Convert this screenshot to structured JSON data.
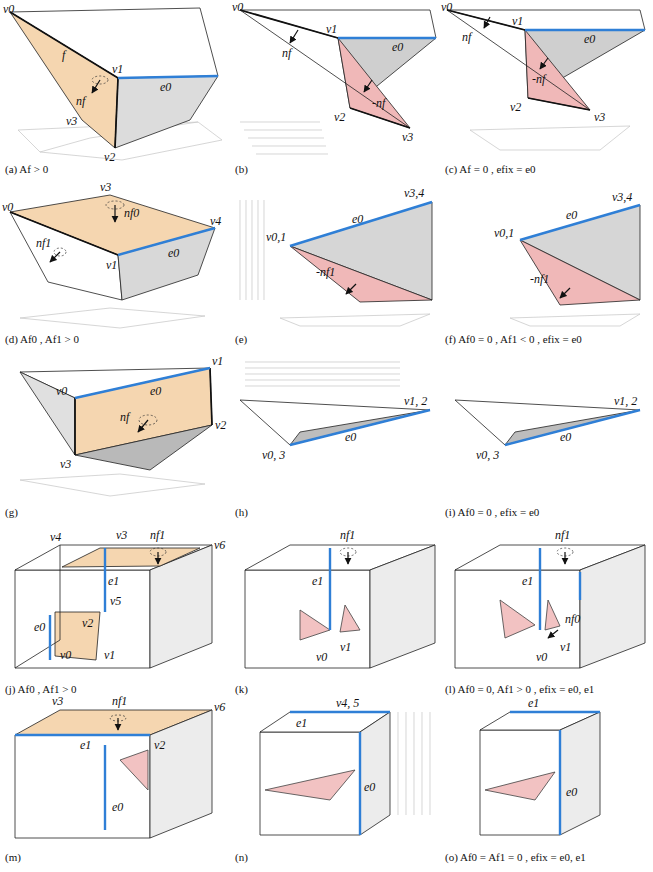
{
  "diagram": {
    "labels": [
      "v0",
      "f",
      "nf",
      "v1",
      "e0",
      "v3",
      "v2",
      "(a) Af > 0",
      "v0",
      "v1",
      "nf",
      "e0",
      "v2",
      "-nf",
      "v3",
      "(b)",
      "v0",
      "v1",
      "nf",
      "e0",
      "v2",
      "-nf",
      "v3",
      "(c) Af = 0 ,  efix = e0",
      "v3",
      "nf0",
      "v0",
      "v4",
      "nf1",
      "v1",
      "e0",
      "(d) Af0 , Af1 > 0",
      "v0,1",
      "v3,4",
      "e0",
      "-nf1",
      "(e)",
      "v0,1",
      "v3,4",
      "e0",
      "-nf1",
      "(f) Af0 = 0 , Af1 < 0 ,  efix = e0",
      "e0",
      "v1",
      "v0",
      "nf",
      "v2",
      "v3",
      "(g)",
      "v1, 2",
      "e0",
      "v0, 3",
      "(h)",
      "v1, 2",
      "e0",
      "v0, 3",
      "(i) Af0 = 0 ,  efix = e0",
      "v4",
      "v3",
      "nf1",
      "e1",
      "v5",
      "v2",
      "e0",
      "v6",
      "v1",
      "v0",
      "(j) Af0 , Af1 > 0",
      "nf1",
      "e1",
      "v1",
      "v0",
      "(k)",
      "nf1",
      "e1",
      "v1",
      "v0",
      "nf0",
      "(l) Af0 = 0, Af1 > 0 ,  efix = e0, e1",
      "v3",
      "nf1",
      "e1",
      "v2",
      "v6",
      "e0",
      "(m)",
      "v4, 5",
      "e1",
      "e0",
      "(n)",
      "e1",
      "e0",
      "(o) Af0 = Af1 = 0 ,  efix = e0, e1"
    ]
  }
}
